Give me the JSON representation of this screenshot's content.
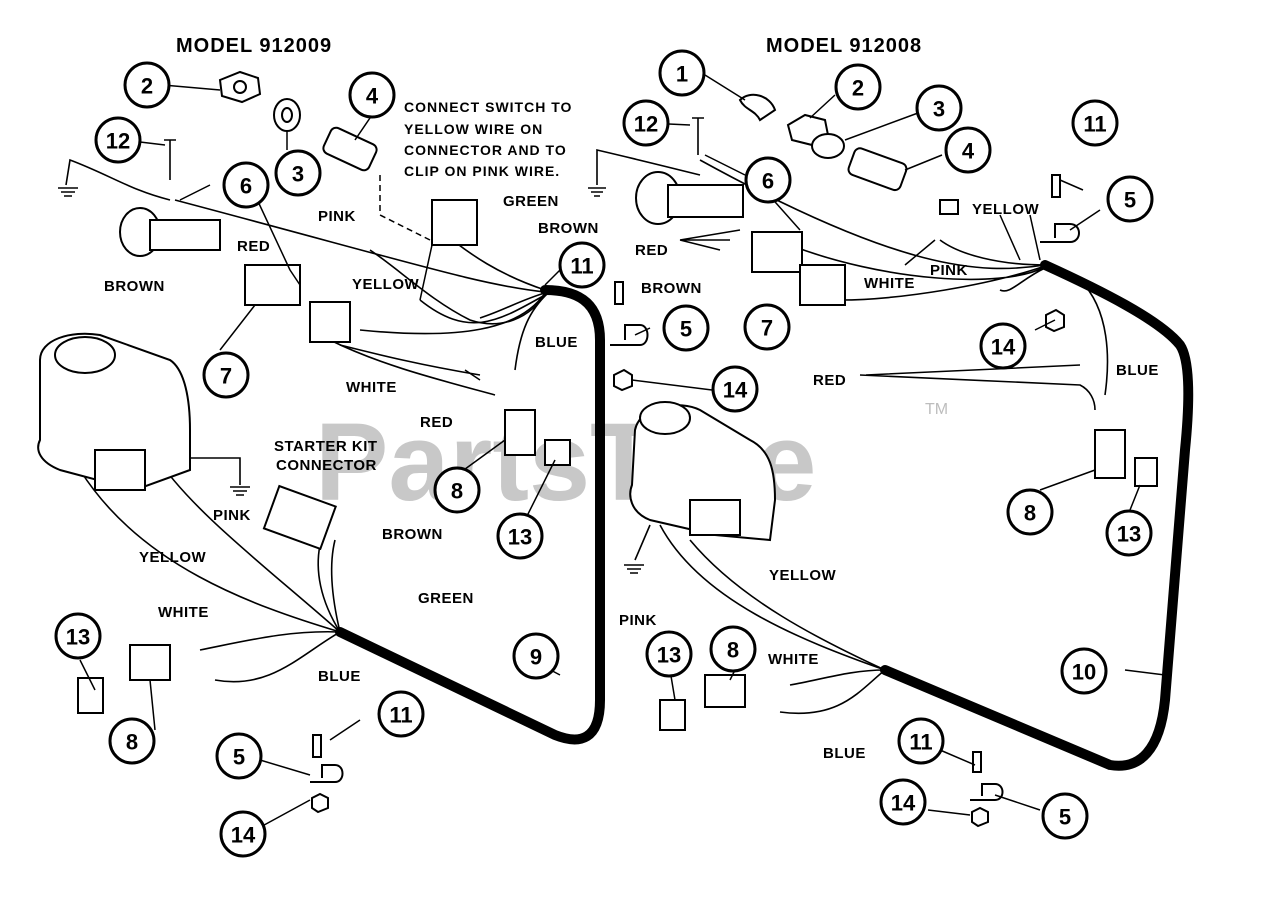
{
  "models": {
    "left": "MODEL 912009",
    "right": "MODEL 912008"
  },
  "note": {
    "line1": "CONNECT SWITCH TO",
    "line2": "YELLOW WIRE ON",
    "line3": "CONNECTOR AND TO",
    "line4": "CLIP ON PINK WIRE."
  },
  "starter": {
    "line1": "STARTER KIT",
    "line2": "CONNECTOR"
  },
  "wires": {
    "pink": "PINK",
    "green": "GREEN",
    "brown": "BROWN",
    "red": "RED",
    "yellow": "YELLOW",
    "blue": "BLUE",
    "white": "WHITE"
  },
  "callouts": {
    "n1": "1",
    "n2": "2",
    "n3": "3",
    "n4": "4",
    "n5": "5",
    "n6": "6",
    "n7": "7",
    "n8": "8",
    "n9": "9",
    "n10": "10",
    "n11": "11",
    "n12": "12",
    "n13": "13",
    "n14": "14"
  },
  "watermark": {
    "text": "PartsTree",
    "tm": "TM"
  }
}
